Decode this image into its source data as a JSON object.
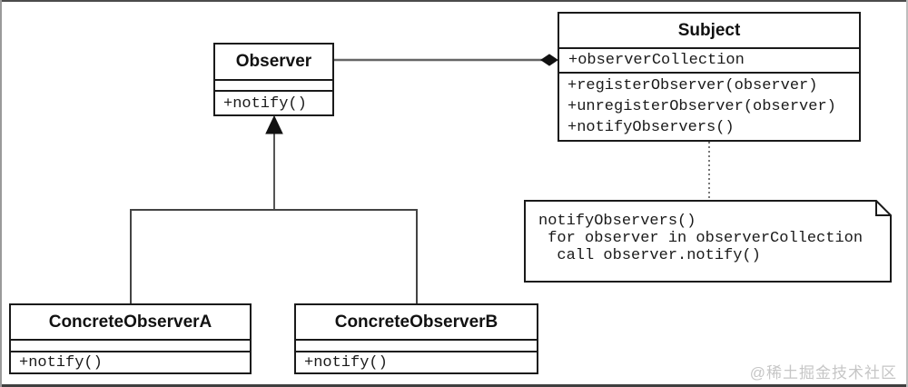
{
  "classes": {
    "observer": {
      "name": "Observer",
      "attributes": [],
      "methods": [
        "+notify()"
      ]
    },
    "subject": {
      "name": "Subject",
      "attributes": [
        "+observerCollection"
      ],
      "methods": [
        "+registerObserver(observer)",
        "+unregisterObserver(observer)",
        "+notifyObservers()"
      ]
    },
    "concrete_observer_a": {
      "name": "ConcreteObserverA",
      "attributes": [],
      "methods": [
        "+notify()"
      ]
    },
    "concrete_observer_b": {
      "name": "ConcreteObserverB",
      "attributes": [],
      "methods": [
        "+notify()"
      ]
    }
  },
  "note": {
    "lines": [
      "notifyObservers()",
      " for observer in observerCollection",
      "  call observer.notify()"
    ]
  },
  "watermark": {
    "text": "@稀土掘金技术社区"
  },
  "colors": {
    "background": "#ffffff",
    "box_border": "#1a1a1a",
    "connector": "#666666",
    "arrow_fill": "#111111",
    "frame_edge": "#4b4b4b",
    "watermark": "#c6c6c6"
  }
}
